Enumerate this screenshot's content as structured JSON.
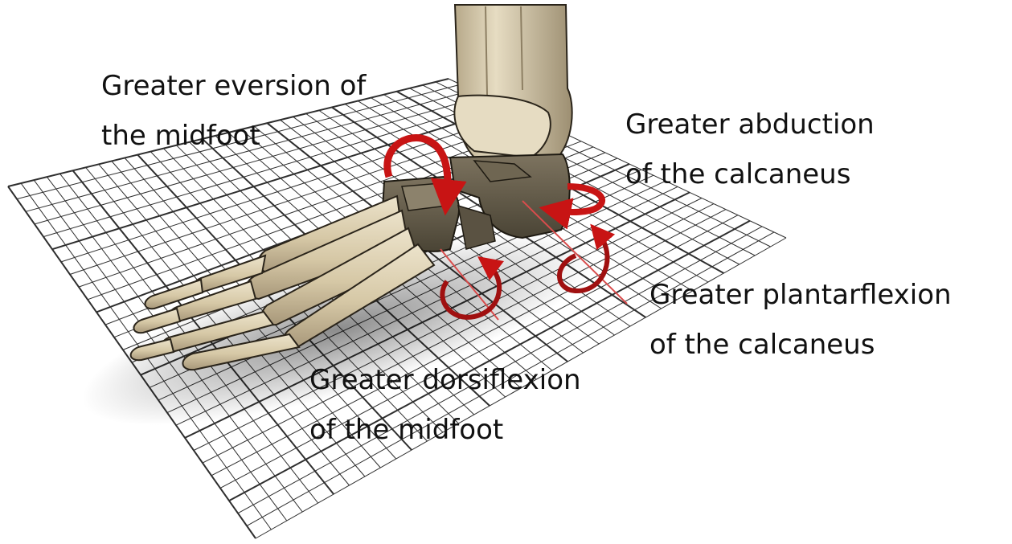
{
  "colors": {
    "bone": "#ddd0b0",
    "bone_shadow": "#a8987a",
    "bone_outline": "#2a241a",
    "arrow": "#c81414",
    "grid": "#2e2e2e",
    "axis_line": "#d84c4c"
  },
  "labels": {
    "eversion": [
      "Greater eversion of",
      "the midfoot"
    ],
    "abduction": [
      "Greater abduction",
      "of the calcaneus"
    ],
    "plantarflexion": [
      "Greater plantarflexion",
      "of the calcaneus"
    ],
    "dorsiflexion": [
      "Greater dorsiflexion",
      "of the midfoot"
    ]
  }
}
